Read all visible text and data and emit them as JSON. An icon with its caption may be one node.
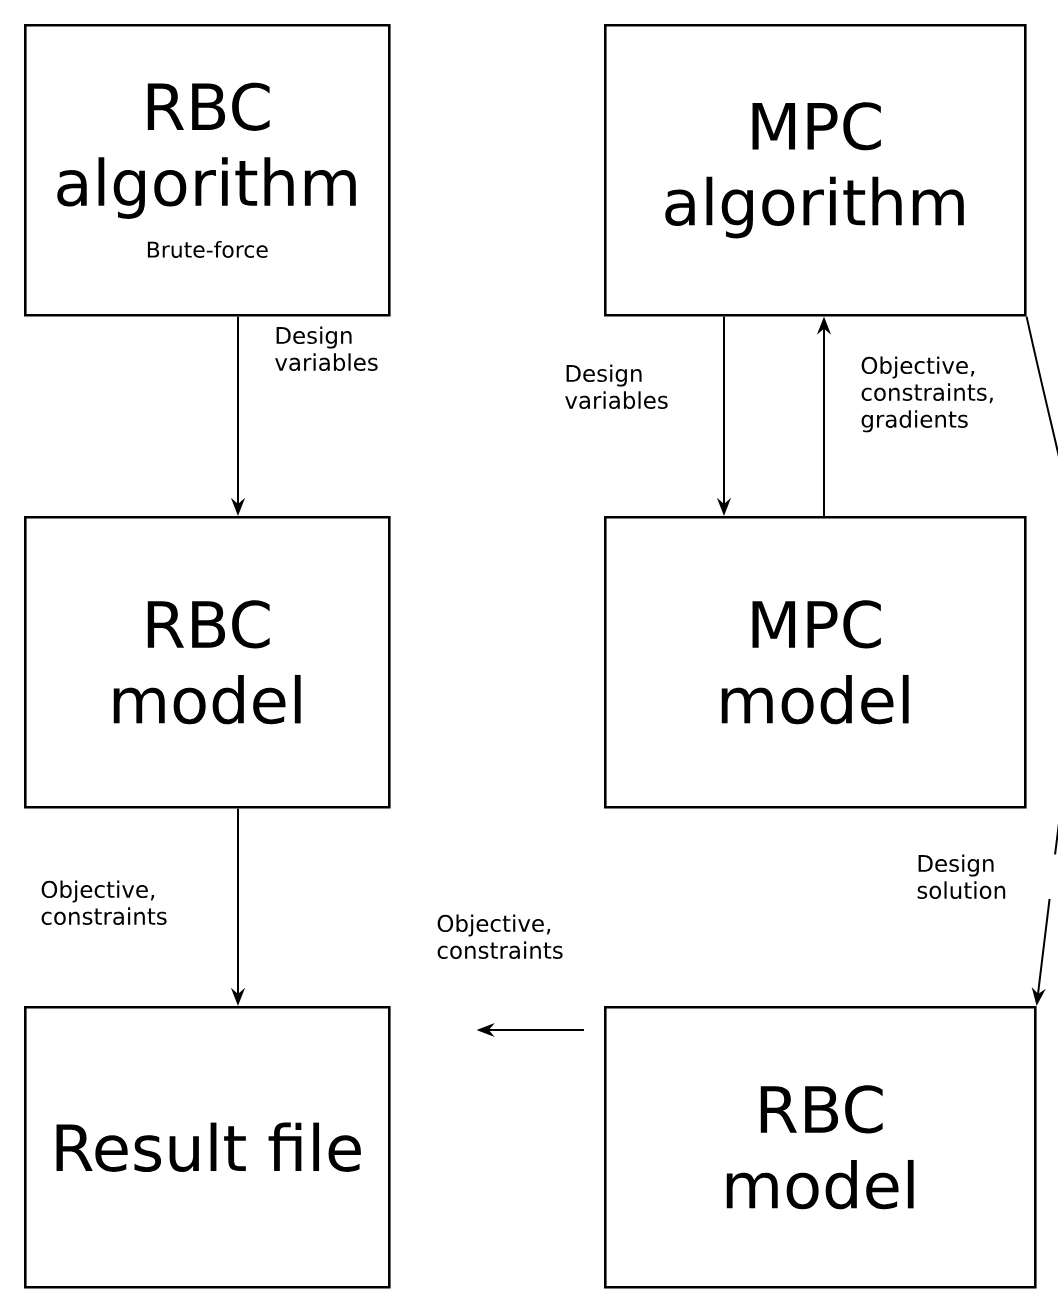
{
  "diagram": {
    "nodes": [
      {
        "text": [
          "RBC algorithm",
          "Brute-force"
        ]
      },
      {
        "text": [
          "MPC algorithm"
        ]
      },
      {
        "text": [
          "RBC model"
        ]
      },
      {
        "text": [
          "MPC model"
        ]
      },
      {
        "text": [
          "Result file"
        ]
      },
      {
        "text": [
          "RBC model"
        ]
      }
    ],
    "edges": [
      {
        "from": 0,
        "to": 2,
        "arrow": "to",
        "label": "Design variables"
      },
      {
        "from": 1,
        "to": 3,
        "arrow": "to",
        "label": "Design variables"
      },
      {
        "from": 3,
        "to": 1,
        "arrow": "to",
        "label": "Objective, constraints, gradients"
      },
      {
        "from": 2,
        "to": 4,
        "arrow": "to",
        "label": "Objective, constraints"
      },
      {
        "from": 5,
        "to": 4,
        "arrow": "to",
        "label": "Objective, constraints"
      },
      {
        "from": 1,
        "to": 5,
        "arrow": "to",
        "label": "Design solution"
      }
    ]
  }
}
